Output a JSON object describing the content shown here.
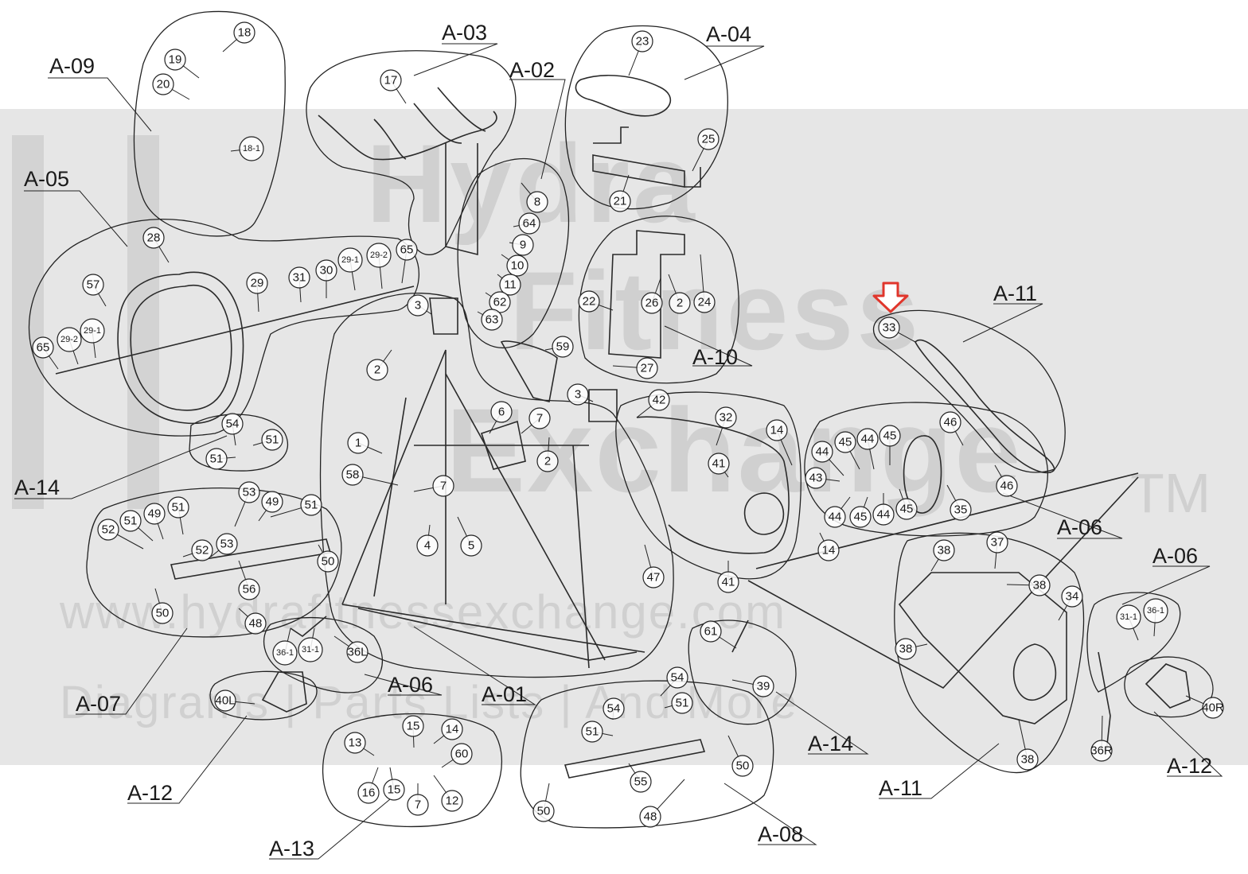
{
  "watermark": {
    "line1": "Hydra",
    "line2": "Fitness",
    "line3": "Exchange",
    "trademark": "TM",
    "url": "www.hydrafitnessexchange.com",
    "tagline": "Diagrams | Parts Lists | And More"
  },
  "groups": [
    {
      "label": "A-09"
    },
    {
      "label": "A-03"
    },
    {
      "label": "A-02"
    },
    {
      "label": "A-04"
    },
    {
      "label": "A-05"
    },
    {
      "label": "A-10"
    },
    {
      "label": "A-11"
    },
    {
      "label": "A-14"
    },
    {
      "label": "A-06"
    },
    {
      "label": "A-06"
    },
    {
      "label": "A-07"
    },
    {
      "label": "A-06"
    },
    {
      "label": "A-01"
    },
    {
      "label": "A-14"
    },
    {
      "label": "A-12"
    },
    {
      "label": "A-12"
    },
    {
      "label": "A-13"
    },
    {
      "label": "A-08"
    },
    {
      "label": "A-11"
    }
  ],
  "callouts": [
    "18",
    "19",
    "20",
    "18-1",
    "17",
    "23",
    "25",
    "21",
    "8",
    "64",
    "9",
    "10",
    "11",
    "62",
    "63",
    "28",
    "57",
    "29",
    "31",
    "30",
    "29-1",
    "29-2",
    "65",
    "65",
    "29-2",
    "29-1",
    "3",
    "2",
    "59",
    "22",
    "26",
    "2",
    "24",
    "27",
    "33",
    "1",
    "6",
    "7",
    "2",
    "3",
    "42",
    "32",
    "14",
    "41",
    "46",
    "45",
    "44",
    "45",
    "44",
    "43",
    "44",
    "45",
    "44",
    "45",
    "35",
    "46",
    "54",
    "51",
    "51",
    "58",
    "7",
    "4",
    "5",
    "52",
    "51",
    "49",
    "51",
    "53",
    "49",
    "51",
    "52",
    "53",
    "56",
    "50",
    "50",
    "48",
    "47",
    "41",
    "14",
    "38",
    "37",
    "38",
    "34",
    "38",
    "38",
    "31-1",
    "36-1",
    "36-1",
    "31-1",
    "36L",
    "40L",
    "61",
    "39",
    "54",
    "51",
    "54",
    "51",
    "50",
    "55",
    "48",
    "50",
    "13",
    "15",
    "14",
    "60",
    "16",
    "15",
    "7",
    "12",
    "36R",
    "40R"
  ]
}
